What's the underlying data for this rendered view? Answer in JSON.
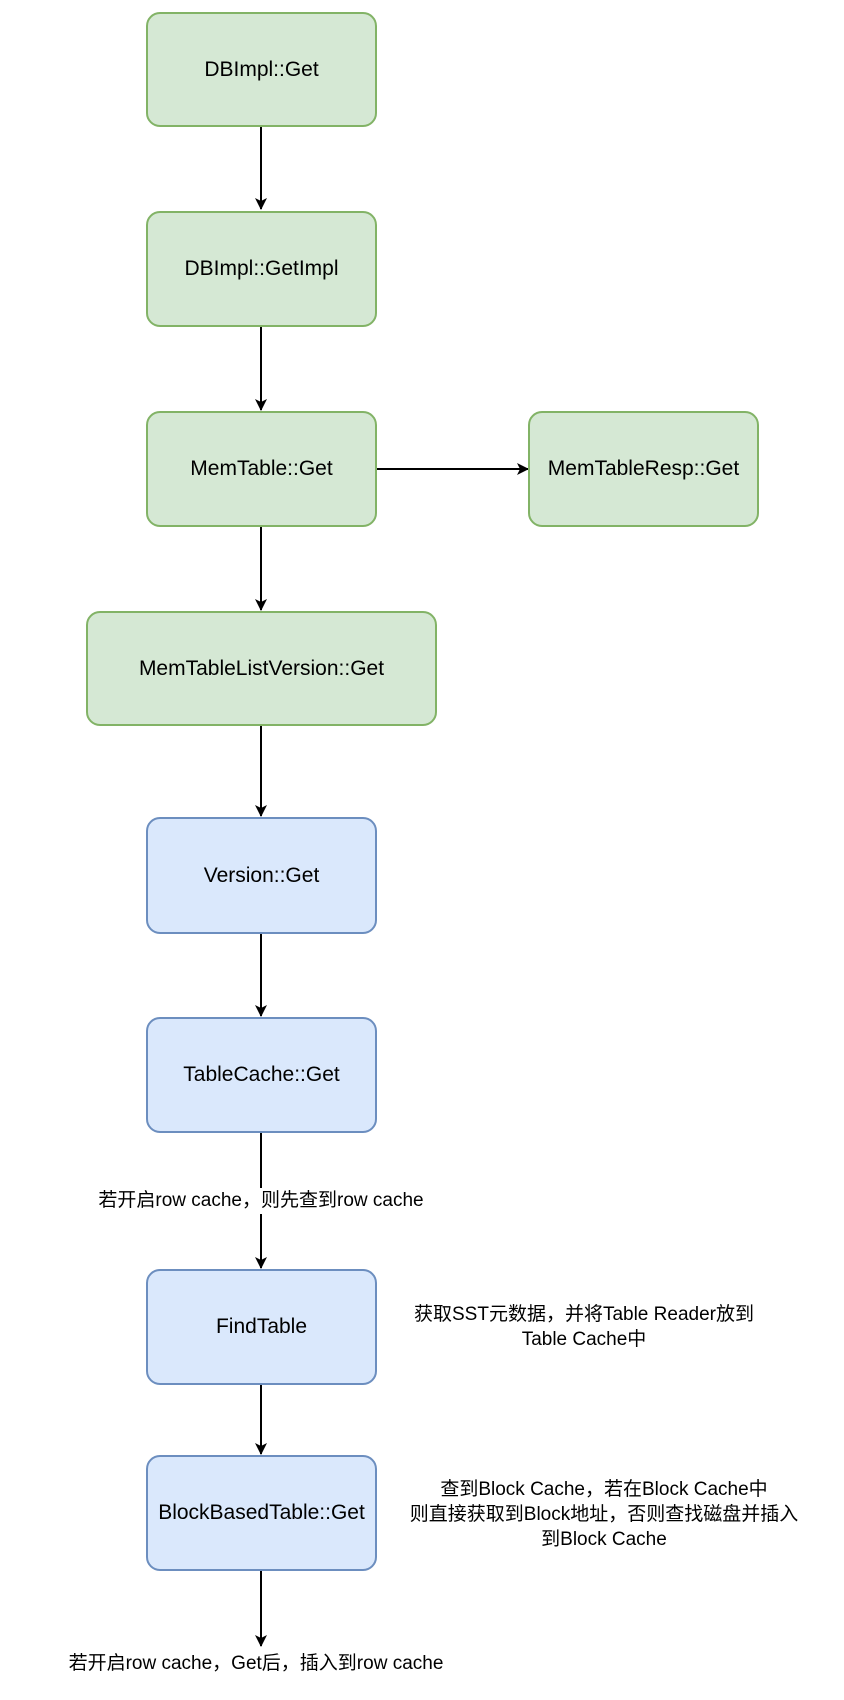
{
  "nodes": {
    "dbimpl_get": "DBImpl::Get",
    "dbimpl_getimpl": "DBImpl::GetImpl",
    "memtable_get": "MemTable::Get",
    "memtableresp_get": "MemTableResp::Get",
    "memtablelistversion_get": "MemTableListVersion::Get",
    "version_get": "Version::Get",
    "tablecache_get": "TableCache::Get",
    "findtable": "FindTable",
    "blockbasedtable_get": "BlockBasedTable::Get"
  },
  "notes": {
    "row_cache_lookup": "若开启row cache，则先查到row cache",
    "findtable_note": [
      "获取SST元数据，并将Table Reader放到",
      "Table Cache中"
    ],
    "block_cache_note": [
      "查到Block Cache，若在Block Cache中",
      "则直接获取到Block地址，否则查找磁盘并插入",
      "到Block Cache"
    ],
    "row_cache_insert": "若开启row cache，Get后，插入到row cache"
  },
  "colors": {
    "green_fill": "#d5e8d4",
    "green_stroke": "#82b366",
    "blue_fill": "#dae8fc",
    "blue_stroke": "#6c8ebf",
    "edge": "#000000"
  }
}
